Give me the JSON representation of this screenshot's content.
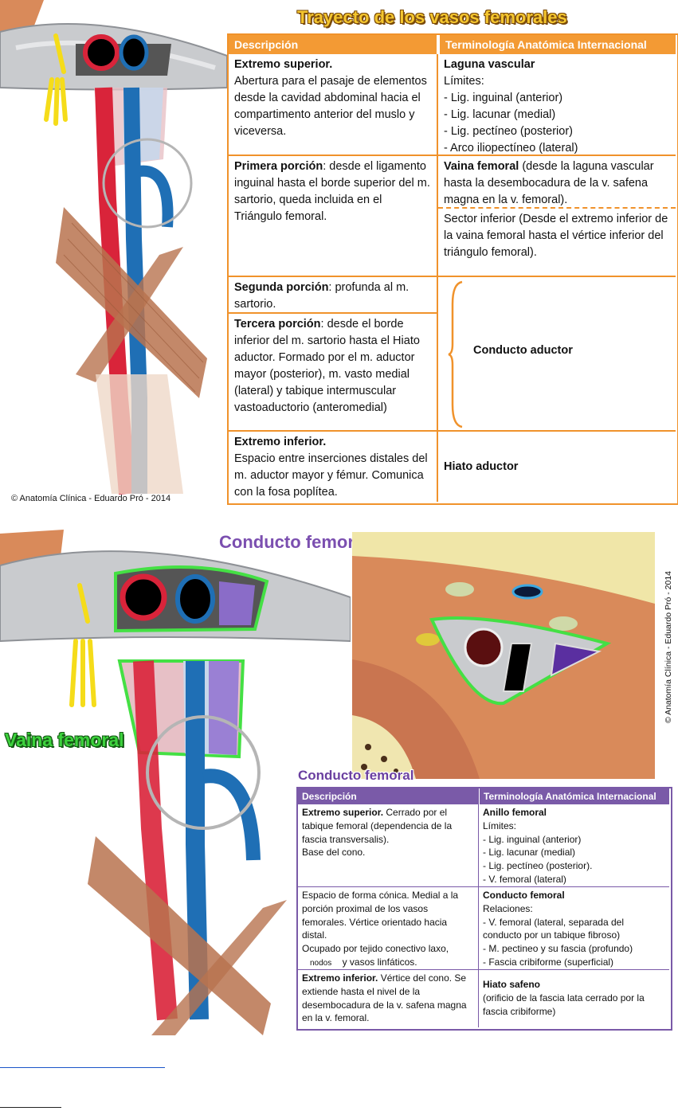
{
  "top": {
    "title": "Trayecto de los vasos femorales",
    "copyright": "© Anatomía Clínica - Eduardo Pró - 2014",
    "table": {
      "header_left": "Descripción",
      "header_right": "Terminología Anatómica Internacional",
      "r1_left_bold": "Extremo superior.",
      "r1_left_text": "Abertura para el pasaje de elementos desde la cavidad abdominal hacia el compartimento anterior del muslo y viceversa.",
      "r1_right_bold": "Laguna vascular",
      "r1_right_lines": [
        "Límites:",
        "- Lig. inguinal (anterior)",
        "- Lig. lacunar (medial)",
        "- Lig. pectíneo (posterior)",
        "- Arco iliopectíneo (lateral)"
      ],
      "r2_left_bold": "Primera porción",
      "r2_left_text": ": desde el ligamento inguinal hasta el borde superior del m. sartorio, queda incluida en el Triángulo femoral.",
      "r2_right_bold": "Vaina femoral",
      "r2_right_text": " (desde la laguna vascular hasta la desembocadura de la v. safena magna en la v. femoral).",
      "r2_right_sub": "Sector inferior (Desde el extremo inferior de la vaina femoral hasta el vértice inferior del triángulo femoral).",
      "r3_left_bold": "Segunda porción",
      "r3_left_text": ": profunda al m. sartorio.",
      "r4_left_bold": "Tercera porción",
      "r4_left_text": ": desde el borde inferior del m. sartorio hasta el Hiato aductor. Formado por el m. aductor mayor (posterior), m. vasto medial (lateral) y tabique intermuscular vastoaductorio (anteromedial)",
      "r34_right": "Conducto aductor",
      "r5_left_bold": "Extremo inferior.",
      "r5_left_text": "Espacio entre inserciones distales del m. aductor mayor y fémur. Comunica con la fosa poplítea.",
      "r5_right": "Hiato aductor"
    }
  },
  "bottom": {
    "title_top": "Conducto femoral",
    "label_vaina": "Vaina femoral",
    "copyright_vertical": "© Anatomía Clínica - Eduardo Pró - 2014",
    "table_title": "Conducto femoral",
    "table": {
      "header_left": "Descripción",
      "header_right": "Terminología Anatómica Internacional",
      "r1_left_bold": "Extremo superior.",
      "r1_left_text": " Cerrado por el tabique femoral (dependencia de la fascia transversalis).",
      "r1_left_text2": "Base del cono.",
      "r1_right_bold": "Anillo femoral",
      "r1_right_lines": [
        "Límites:",
        "- Lig. inguinal (anterior)",
        "- Lig. lacunar (medial)",
        "- Lig. pectíneo (posterior).",
        "- V. femoral (lateral)"
      ],
      "r2_left_text": "Espacio de forma cónica. Medial a la porción proximal de los vasos femorales. Vértice orientado hacia distal.",
      "r2_left_text2": "Ocupado por tejido conectivo laxo,",
      "r2_left_nodos": "nodos",
      "r2_left_text3": " y vasos linfáticos.",
      "r2_right_bold": "Conducto femoral",
      "r2_right_lines": [
        "Relaciones:",
        "-  V. femoral (lateral, separada del conducto por un tabique fibroso)",
        "- M. pectineo y su fascia (profundo)",
        "- Fascia cribiforme (superficial)"
      ],
      "r3_left_bold": "Extremo inferior.",
      "r3_left_text": " Vértice del cono. Se extiende hasta el nivel de la desembocadura de la v. safena magna en la v. femoral.",
      "r3_right_bold": "Hiato safeno",
      "r3_right_text": "(orificio de la fascia lata cerrado por la fascia cribiforme)"
    }
  },
  "colors": {
    "orange": "#f39a34",
    "purple": "#7a5aa8",
    "green": "#3dd23d",
    "artery": "#d9243a",
    "vein": "#1f6fb5"
  }
}
